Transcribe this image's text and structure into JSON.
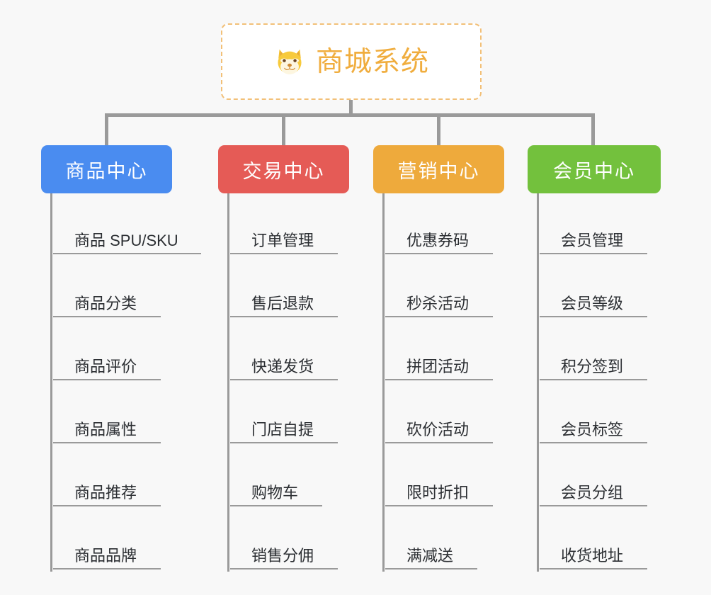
{
  "background_color": "#f8f8f8",
  "root": {
    "title": "商城系统",
    "icon": "shiba-dog-face-emoji",
    "text_color": "#f0ad3e",
    "border_color": "#f2c078",
    "background_color": "#ffffff"
  },
  "columns": [
    {
      "title": "商品中心",
      "color": "#4a8cf0",
      "items": [
        "商品 SPU/SKU",
        "商品分类",
        "商品评价",
        "商品属性",
        "商品推荐",
        "商品品牌"
      ]
    },
    {
      "title": "交易中心",
      "color": "#e55b56",
      "items": [
        "订单管理",
        "售后退款",
        "快递发货",
        "门店自提",
        "购物车",
        "销售分佣"
      ]
    },
    {
      "title": "营销中心",
      "color": "#eeaa3c",
      "items": [
        "优惠券码",
        "秒杀活动",
        "拼团活动",
        "砍价活动",
        "限时折扣",
        "满减送"
      ]
    },
    {
      "title": "会员中心",
      "color": "#73c13d",
      "items": [
        "会员管理",
        "会员等级",
        "积分签到",
        "会员标签",
        "会员分组",
        "收货地址"
      ]
    }
  ],
  "connector_color": "#9a9a9a",
  "leaf_text_color": "#2c2f33"
}
